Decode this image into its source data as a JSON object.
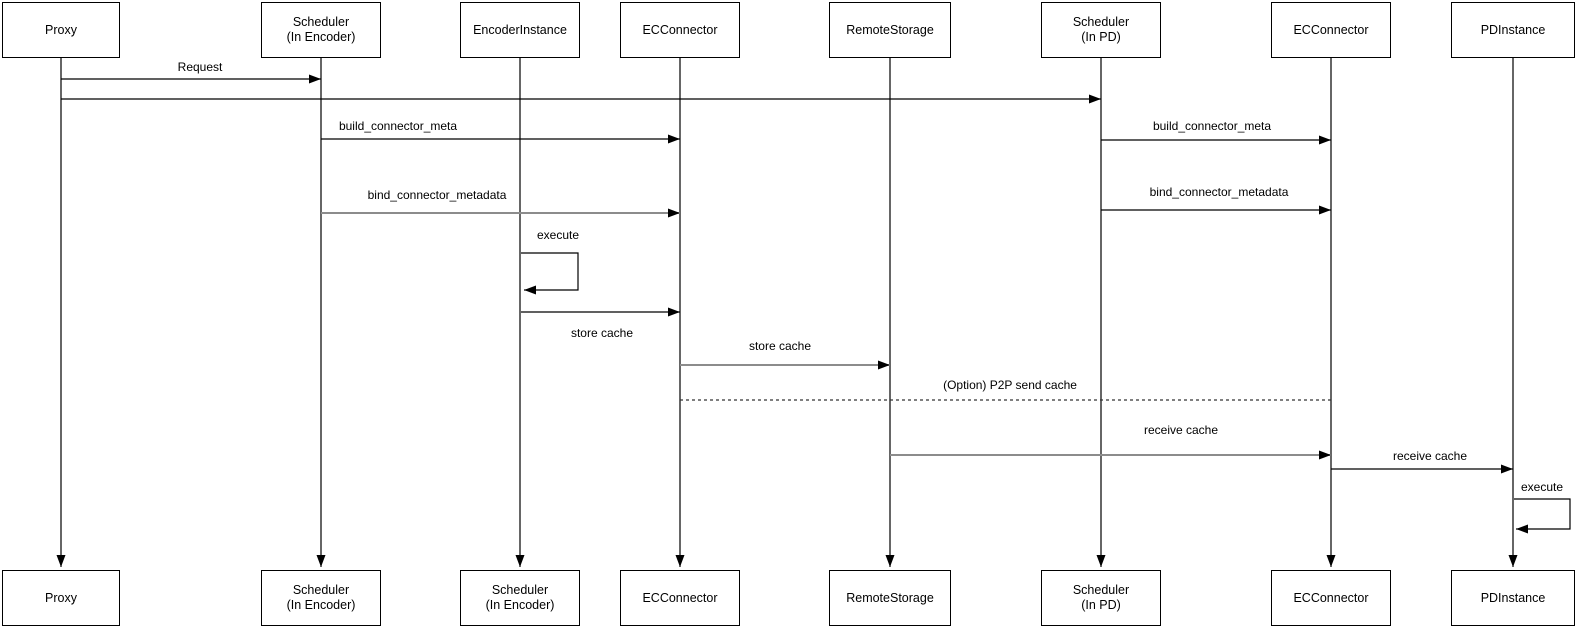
{
  "diagram": {
    "type": "sequence-diagram",
    "background_color": "#ffffff",
    "stroke_color": "#000000",
    "muted_stroke_color": "#8c8c8c",
    "text_color": "#000000"
  },
  "participants": [
    {
      "id": "proxy",
      "top_label": "Proxy",
      "bottom_label": "Proxy"
    },
    {
      "id": "scheduler-encoder",
      "top_label": "Scheduler\n(In Encoder)",
      "bottom_label": "Scheduler\n(In Encoder)"
    },
    {
      "id": "encoder-instance",
      "top_label": "EncoderInstance",
      "bottom_label": "Scheduler\n(In Encoder)"
    },
    {
      "id": "ec-connector",
      "top_label": "ECConnector",
      "bottom_label": "ECConnector"
    },
    {
      "id": "remote-storage",
      "top_label": "RemoteStorage",
      "bottom_label": "RemoteStorage"
    },
    {
      "id": "scheduler-pd",
      "top_label": "Scheduler\n(In PD)",
      "bottom_label": "Scheduler\n(In PD)"
    },
    {
      "id": "ec-connector-pd",
      "top_label": "ECConnector",
      "bottom_label": "ECConnector"
    },
    {
      "id": "pd-instance",
      "top_label": "PDInstance",
      "bottom_label": "PDInstance"
    }
  ],
  "messages": [
    {
      "label": "Request",
      "from": "Proxy",
      "to": "Scheduler (In Encoder)",
      "style": "solid"
    },
    {
      "label": "",
      "from": "Proxy",
      "to": "Scheduler (In PD)",
      "style": "solid"
    },
    {
      "label": "build_connector_meta",
      "from": "Scheduler (In Encoder)",
      "to": "ECConnector",
      "style": "solid"
    },
    {
      "label": "build_connector_meta",
      "from": "Scheduler (In PD)",
      "to": "ECConnector",
      "style": "solid"
    },
    {
      "label": "bind_connector_metadata",
      "from": "Scheduler (In Encoder)",
      "to": "ECConnector",
      "style": "solid"
    },
    {
      "label": "bind_connector_metadata",
      "from": "Scheduler (In PD)",
      "to": "ECConnector",
      "style": "solid"
    },
    {
      "label": "execute",
      "from": "EncoderInstance",
      "to": "EncoderInstance",
      "style": "self-loop"
    },
    {
      "label": "store cache",
      "from": "EncoderInstance",
      "to": "ECConnector",
      "style": "solid"
    },
    {
      "label": "store cache",
      "from": "ECConnector",
      "to": "RemoteStorage",
      "style": "solid"
    },
    {
      "label": "(Option) P2P send cache",
      "from": "ECConnector",
      "to": "ECConnector (In PD)",
      "style": "dashed"
    },
    {
      "label": "receive cache",
      "from": "RemoteStorage",
      "to": "ECConnector (In PD)",
      "style": "solid"
    },
    {
      "label": "receive cache",
      "from": "ECConnector (In PD)",
      "to": "PDInstance",
      "style": "solid"
    },
    {
      "label": "execute",
      "from": "PDInstance",
      "to": "PDInstance",
      "style": "self-loop"
    }
  ]
}
